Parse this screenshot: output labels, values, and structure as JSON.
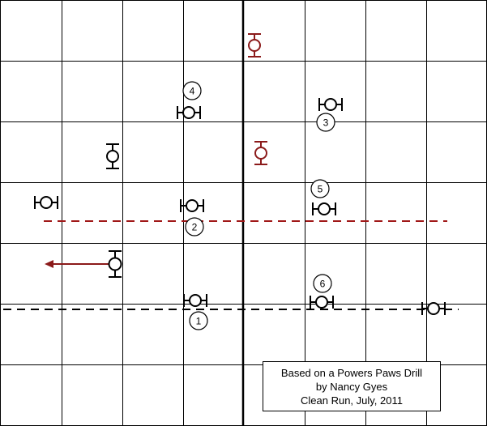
{
  "colors": {
    "grid": "#000000",
    "standard_jump": "#000000",
    "highlight_jump": "#8b1a1a",
    "dashed_red": "#a01818",
    "dashed_black": "#000000",
    "arrow": "#8b1a1a"
  },
  "jump_labels": [
    "1",
    "2",
    "3",
    "4",
    "5",
    "6"
  ],
  "credit": {
    "line1": "Based on a Powers Paws Drill",
    "line2": "by Nancy Gyes",
    "line3": "Clean Run, July, 2011"
  }
}
